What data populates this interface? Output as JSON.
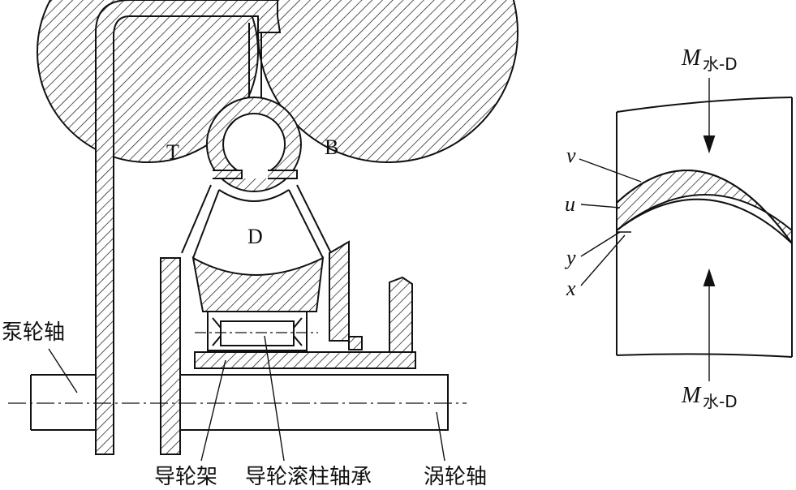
{
  "left_figure": {
    "labels": {
      "turbine": "T",
      "pump": "B",
      "stator": "D",
      "pump_shaft": "泵轮轴",
      "stator_carrier": "导轮架",
      "stator_roller_bearing": "导轮滚柱轴承",
      "turbine_shaft": "涡轮轴"
    }
  },
  "right_figure": {
    "top_moment": {
      "symbol": "M",
      "subscript": "水-D"
    },
    "bottom_moment": {
      "symbol": "M",
      "subscript": "水-D"
    },
    "points": {
      "v": "v",
      "u": "u",
      "y": "y",
      "x": "x"
    }
  },
  "colors": {
    "line": "#111111",
    "hatch": "#111111",
    "background": "#ffffff"
  }
}
